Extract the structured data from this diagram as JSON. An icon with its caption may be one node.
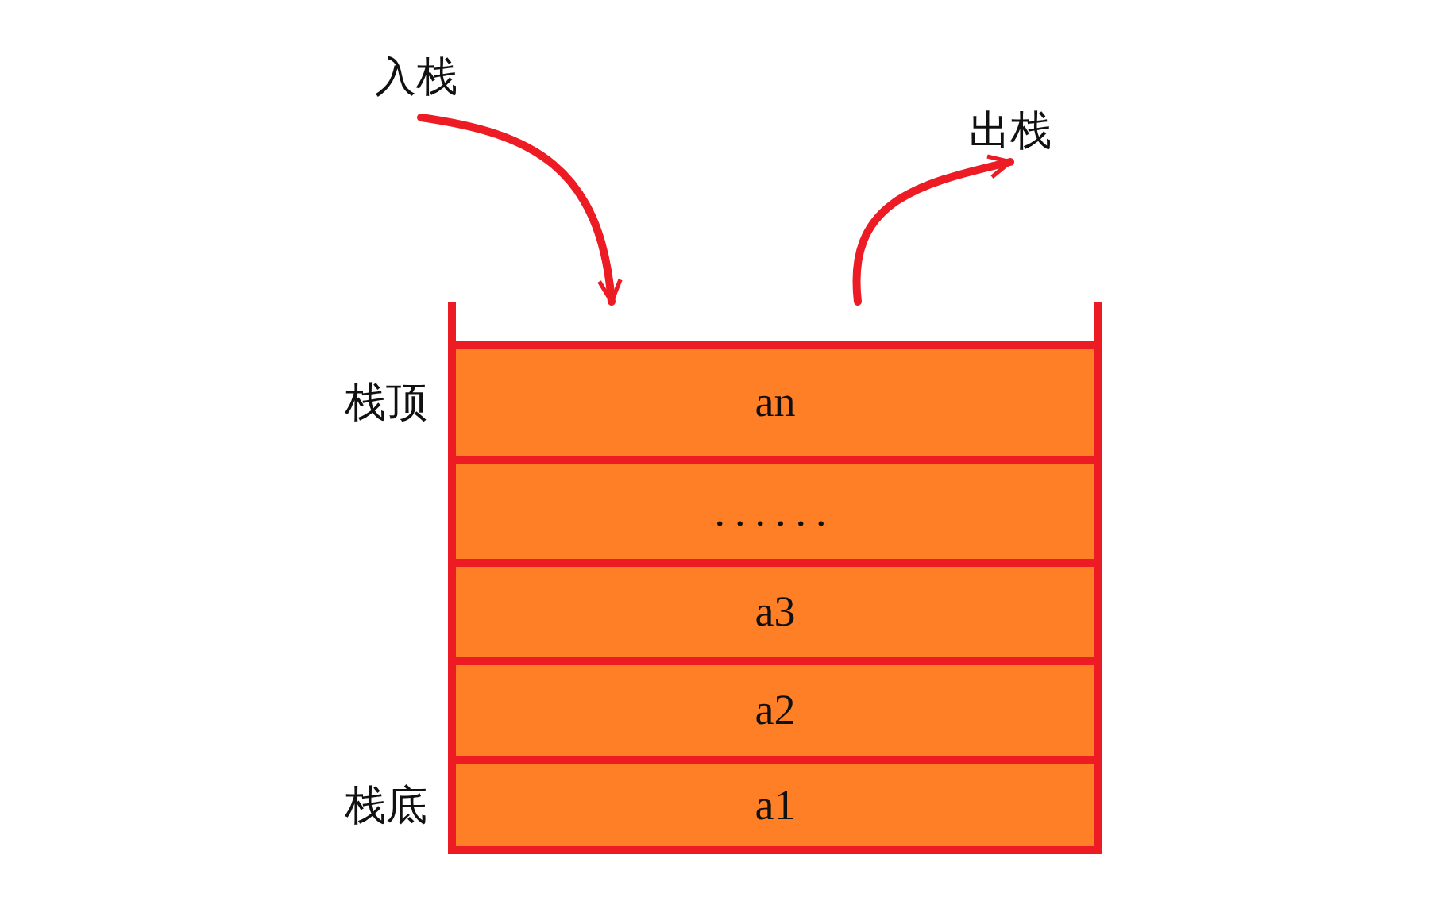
{
  "diagram": {
    "nodes": [
      {
        "text": [
          "入栈"
        ]
      },
      {
        "text": [],
        "shape": "box"
      },
      {
        "text": [
          "an"
        ],
        "in": 1,
        "beside": [
          "栈顶"
        ]
      },
      {
        "text": [
          "......"
        ],
        "in": 1
      },
      {
        "text": [
          "a3"
        ],
        "in": 1
      },
      {
        "text": [
          "a2"
        ],
        "in": 1
      },
      {
        "text": [
          "a1"
        ],
        "in": 1,
        "beside": [
          "栈底"
        ]
      },
      {
        "text": [
          "出栈"
        ]
      }
    ],
    "edges": [
      {
        "from": 0,
        "to": 1,
        "arrow": "to"
      },
      {
        "from": 1,
        "to": 7,
        "arrow": "to"
      }
    ]
  }
}
